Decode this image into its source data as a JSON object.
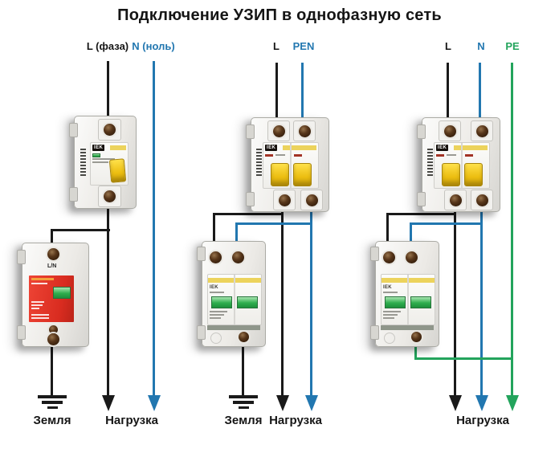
{
  "title": "Подключение УЗИП в однофазную сеть",
  "scheme1": {
    "label_phase": "L (фаза)",
    "label_neutral": "N (ноль)",
    "label_ground": "Земля",
    "label_load": "Нагрузка"
  },
  "scheme2": {
    "label_phase": "L",
    "label_pen": "PEN",
    "label_ground": "Земля",
    "label_load": "Нагрузка"
  },
  "scheme3": {
    "label_phase": "L",
    "label_neutral": "N",
    "label_pe": "PE",
    "label_load": "Нагрузка"
  },
  "devices": {
    "brand": "IEK",
    "spd1_terminal_label": "L/N"
  },
  "colors": {
    "phase_wire": "#1a1a1a",
    "neutral_wire": "#2277b0",
    "pe_wire": "#23a45c",
    "breaker_lever": "#ecbe11",
    "spd1_body": "#d92c20",
    "indicator_window": "#2fae4e"
  }
}
